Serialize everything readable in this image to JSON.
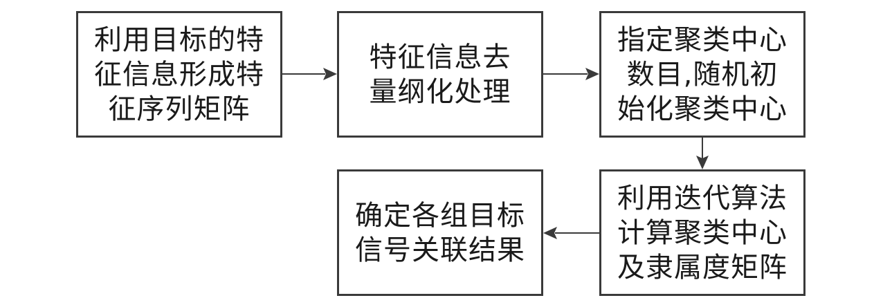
{
  "steps": [
    {
      "id": "b1",
      "lines": [
        "利用目标的特",
        "征信息形成特",
        "征序列矩阵"
      ]
    },
    {
      "id": "b2",
      "lines": [
        "特征信息去",
        "量纲化处理"
      ]
    },
    {
      "id": "b3",
      "lines": [
        "指定聚类中心",
        "数目,随机初",
        "始化聚类中心"
      ]
    },
    {
      "id": "b4",
      "lines": [
        "利用迭代算法",
        "计算聚类中心",
        "及隶属度矩阵"
      ]
    },
    {
      "id": "b5",
      "lines": [
        "确定各组目标",
        "信号关联结果"
      ]
    }
  ],
  "colors": {
    "border": "#3a3a3a",
    "arrow": "#3a3a3a",
    "text": "#1a1a1a"
  }
}
